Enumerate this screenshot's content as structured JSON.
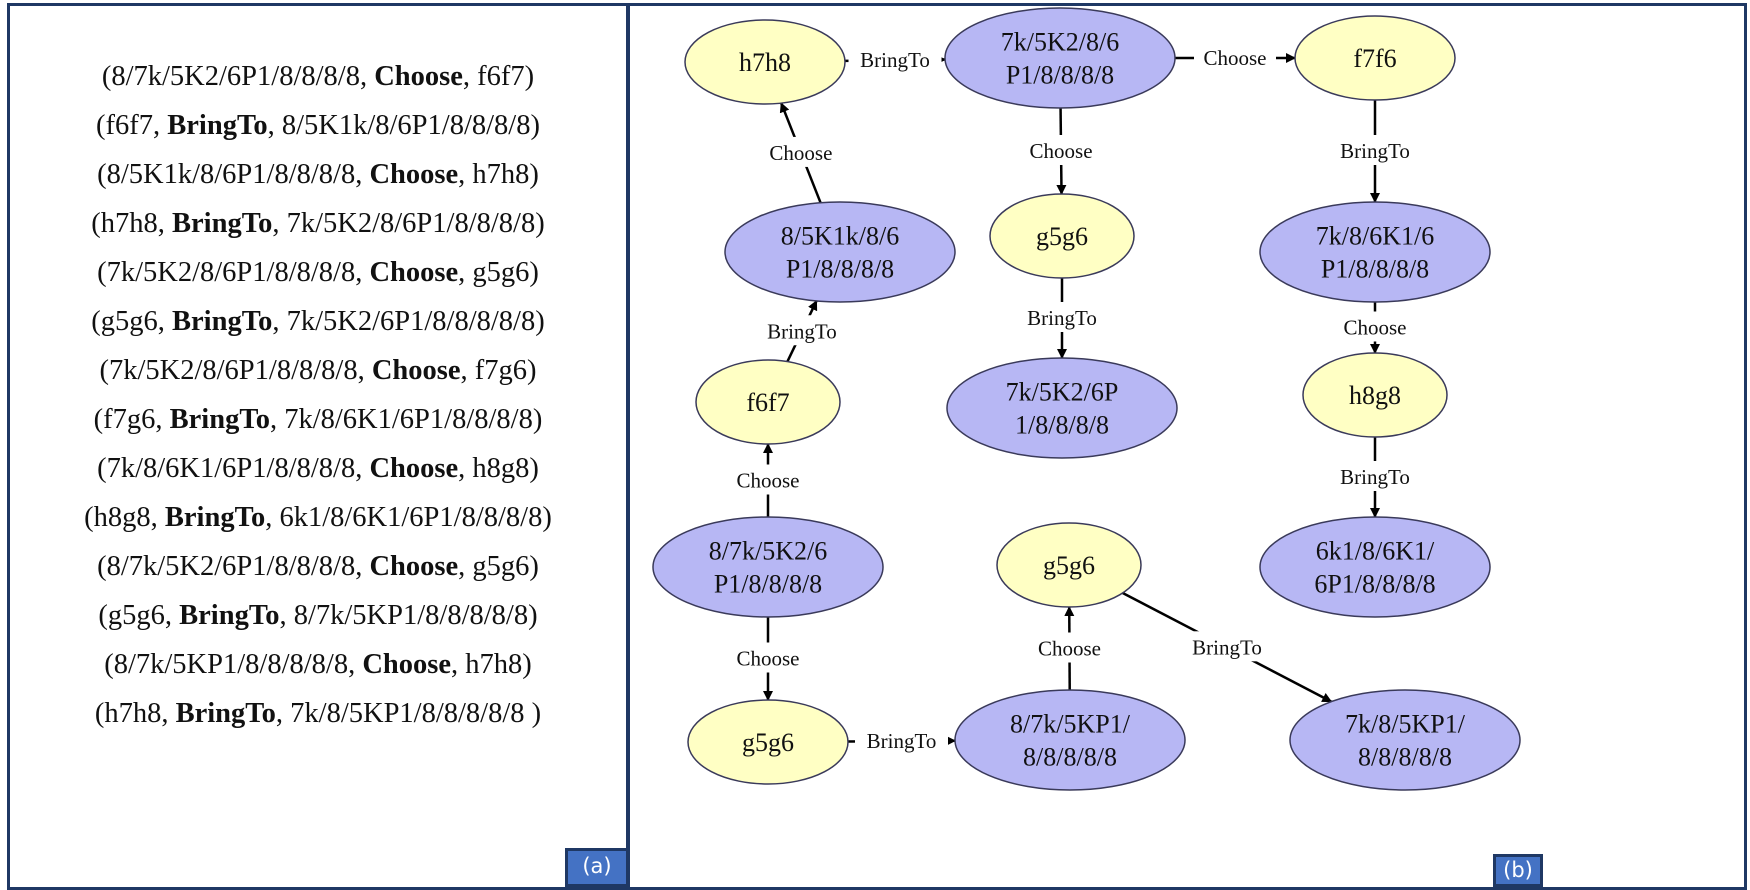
{
  "panel_a": {
    "tag": "(a)",
    "triples": [
      {
        "s": "8/7k/5K2/6P1/8/8/8/8",
        "p": "Choose",
        "o": "f6f7"
      },
      {
        "s": "f6f7",
        "p": "BringTo",
        "o": "8/5K1k/8/6P1/8/8/8/8"
      },
      {
        "s": "8/5K1k/8/6P1/8/8/8/8",
        "p": "Choose",
        "o": "h7h8"
      },
      {
        "s": "h7h8",
        "p": "BringTo",
        "o": "7k/5K2/8/6P1/8/8/8/8"
      },
      {
        "s": "7k/5K2/8/6P1/8/8/8/8",
        "p": "Choose",
        "o": "g5g6"
      },
      {
        "s": "g5g6",
        "p": "BringTo",
        "o": "7k/5K2/6P1/8/8/8/8/8"
      },
      {
        "s": "7k/5K2/8/6P1/8/8/8/8",
        "p": "Choose",
        "o": "f7g6"
      },
      {
        "s": "f7g6",
        "p": "BringTo",
        "o": "7k/8/6K1/6P1/8/8/8/8"
      },
      {
        "s": "7k/8/6K1/6P1/8/8/8/8",
        "p": "Choose",
        "o": "h8g8"
      },
      {
        "s": "h8g8",
        "p": "BringTo",
        "o": "6k1/8/6K1/6P1/8/8/8/8"
      },
      {
        "s": "8/7k/5K2/6P1/8/8/8/8",
        "p": "Choose",
        "o": "g5g6"
      },
      {
        "s": "g5g6",
        "p": "BringTo",
        "o": "8/7k/5KP1/8/8/8/8/8"
      },
      {
        "s": "8/7k/5KP1/8/8/8/8/8",
        "p": "Choose",
        "o": "h7h8"
      },
      {
        "s": "h7h8",
        "p": "BringTo",
        "o": "7k/8/5KP1/8/8/8/8/8 "
      }
    ]
  },
  "panel_b": {
    "tag": "(b)",
    "colors": {
      "state": "#b7b7f4",
      "move": "#ffffc4",
      "stroke": "#3a3a5a",
      "border": "#1f3864",
      "tag": "#4472C4"
    },
    "nodes": [
      {
        "id": "n_h7h8_top",
        "kind": "move",
        "lines": [
          "h7h8"
        ]
      },
      {
        "id": "n_7k5K2_86",
        "kind": "state",
        "lines": [
          "7k/5K2/8/6",
          "P1/8/8/8/8"
        ]
      },
      {
        "id": "n_f7f6",
        "kind": "move",
        "lines": [
          "f7f6"
        ]
      },
      {
        "id": "n_85K1k",
        "kind": "state",
        "lines": [
          "8/5K1k/8/6",
          "P1/8/8/8/8"
        ]
      },
      {
        "id": "n_g5g6_mid",
        "kind": "move",
        "lines": [
          "g5g6"
        ]
      },
      {
        "id": "n_7k86K1",
        "kind": "state",
        "lines": [
          "7k/8/6K1/6",
          "P1/8/8/8/8"
        ]
      },
      {
        "id": "n_f6f7",
        "kind": "move",
        "lines": [
          "f6f7"
        ]
      },
      {
        "id": "n_7k5K26P",
        "kind": "state",
        "lines": [
          "7k/5K2/6P",
          "1/8/8/8/8"
        ]
      },
      {
        "id": "n_h8g8",
        "kind": "move",
        "lines": [
          "h8g8"
        ]
      },
      {
        "id": "n_87k5K2",
        "kind": "state",
        "lines": [
          "8/7k/5K2/6",
          "P1/8/8/8/8"
        ]
      },
      {
        "id": "n_g5g6_br",
        "kind": "move",
        "lines": [
          "g5g6"
        ]
      },
      {
        "id": "n_6k1",
        "kind": "state",
        "lines": [
          "6k1/8/6K1/",
          "6P1/8/8/8/8"
        ]
      },
      {
        "id": "n_g5g6_bl",
        "kind": "move",
        "lines": [
          "g5g6"
        ]
      },
      {
        "id": "n_87k5KP1",
        "kind": "state",
        "lines": [
          "8/7k/5KP1/",
          "8/8/8/8/8"
        ]
      },
      {
        "id": "n_7k85KP1",
        "kind": "state",
        "lines": [
          "7k/8/5KP1/",
          "8/8/8/8/8"
        ]
      }
    ],
    "edges": [
      {
        "from": "n_h7h8_top",
        "to": "n_7k5K2_86",
        "label": "BringTo"
      },
      {
        "from": "n_7k5K2_86",
        "to": "n_f7f6",
        "label": "Choose"
      },
      {
        "from": "n_85K1k",
        "to": "n_h7h8_top",
        "label": "Choose"
      },
      {
        "from": "n_f6f7",
        "to": "n_85K1k",
        "label": "BringTo"
      },
      {
        "from": "n_87k5K2",
        "to": "n_f6f7",
        "label": "Choose"
      },
      {
        "from": "n_87k5K2",
        "to": "n_g5g6_bl",
        "label": "Choose"
      },
      {
        "from": "n_g5g6_bl",
        "to": "n_87k5KP1",
        "label": "BringTo"
      },
      {
        "from": "n_87k5KP1",
        "to": "n_g5g6_br",
        "label": "Choose"
      },
      {
        "from": "n_g5g6_br",
        "to": "n_7k85KP1",
        "label": "BringTo"
      },
      {
        "from": "n_7k5K2_86",
        "to": "n_g5g6_mid",
        "label": "Choose"
      },
      {
        "from": "n_g5g6_mid",
        "to": "n_7k5K26P",
        "label": "BringTo"
      },
      {
        "from": "n_f7f6",
        "to": "n_7k86K1",
        "label": "BringTo"
      },
      {
        "from": "n_7k86K1",
        "to": "n_h8g8",
        "label": "Choose"
      },
      {
        "from": "n_h8g8",
        "to": "n_6k1",
        "label": "BringTo"
      }
    ]
  }
}
